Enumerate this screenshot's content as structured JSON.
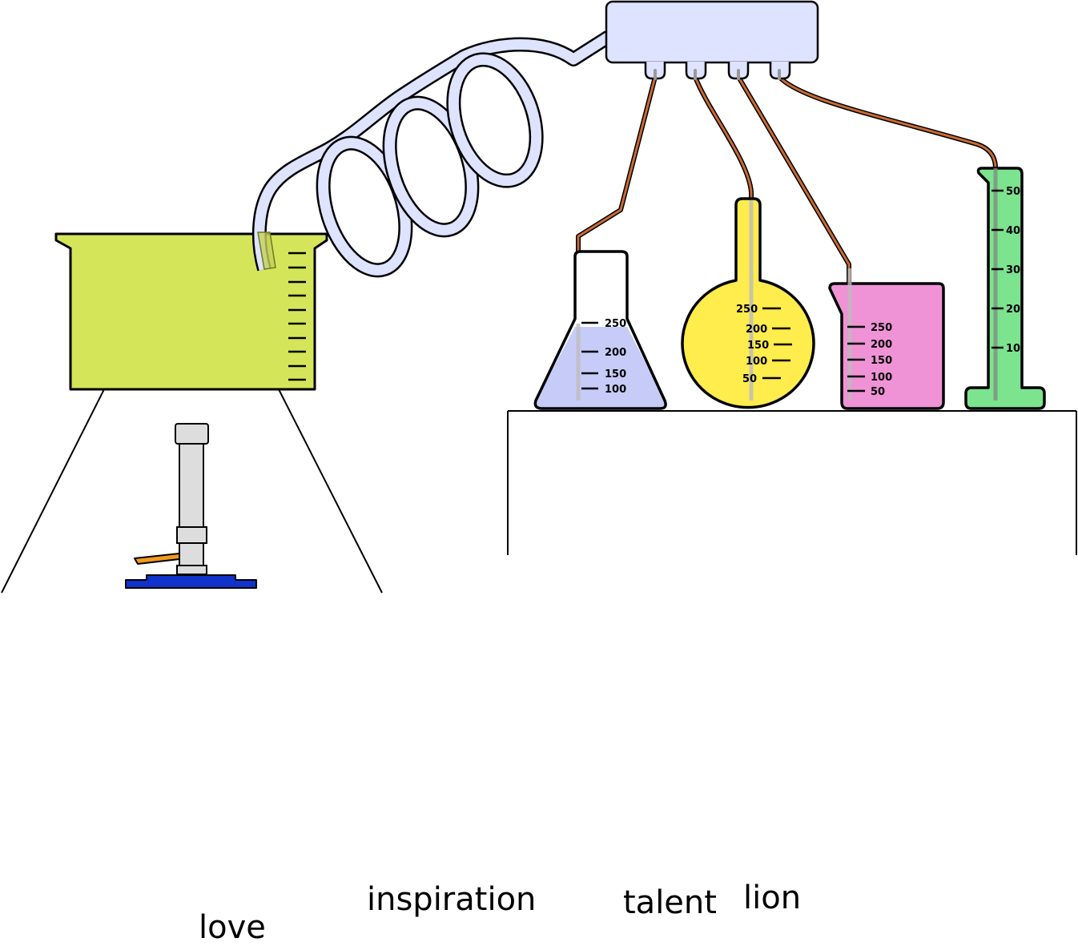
{
  "colors": {
    "heated_beaker": "#d4e55a",
    "manifold": "#dee3ff",
    "erlenmeyer_liquid": "#c6ccf7",
    "round_flask": "#ffec4d",
    "pink_beaker": "#ef93d6",
    "cylinder": "#7ce38e",
    "burner_base": "#1133cc",
    "gas_hose": "#f29a1c",
    "copper_tube": "#c86a32"
  },
  "labels": {
    "word_1": "love",
    "word_2": "inspiration",
    "word_3": "talent",
    "word_4": "lion"
  },
  "erlenmeyer_flask": {
    "ticks": [
      "250",
      "200",
      "150",
      "100"
    ]
  },
  "round_flask": {
    "ticks": [
      "250",
      "200",
      "150",
      "100",
      "50"
    ]
  },
  "pink_beaker": {
    "ticks": [
      "250",
      "200",
      "150",
      "100",
      "50"
    ]
  },
  "graduated_cylinder": {
    "ticks": [
      "50",
      "40",
      "30",
      "20",
      "10"
    ]
  }
}
